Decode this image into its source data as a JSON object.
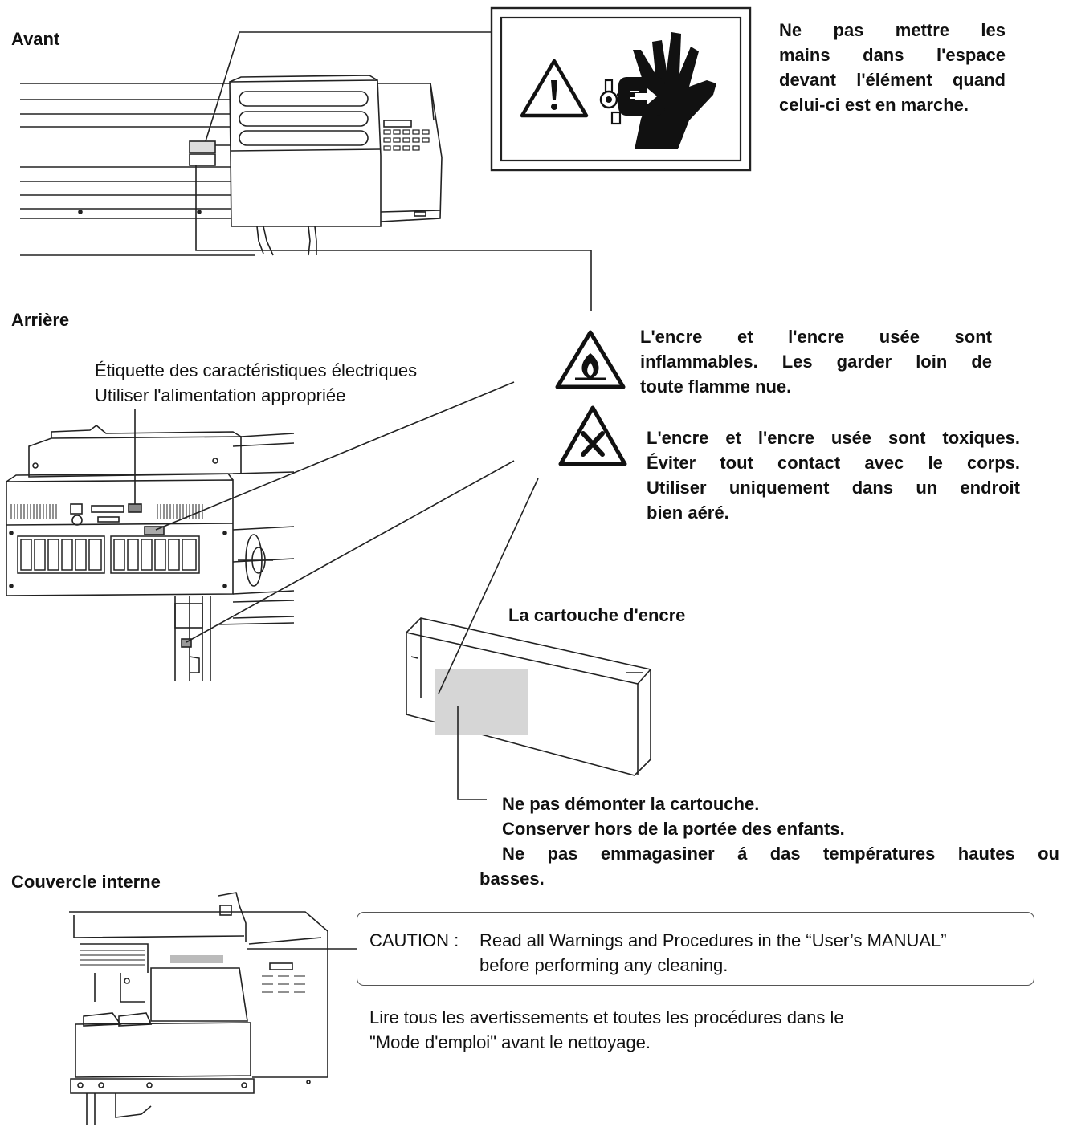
{
  "sections": {
    "front": "Avant",
    "rear": "Arrière",
    "inner_cover": "Couvercle interne"
  },
  "hand_warning": {
    "lines": [
      "Ne pas mettre les",
      "mains dans l'espace",
      "devant l'élément quand",
      "celui-ci est en marche."
    ]
  },
  "electrical_label": {
    "line1": "Étiquette des caractéristiques électriques",
    "line2": "Utiliser l'alimentation appropriée"
  },
  "flammable_warning": {
    "lines": [
      "L'encre et l'encre usée sont",
      "inflammables. Les garder loin de",
      "toute flamme nue."
    ]
  },
  "toxic_warning": {
    "lines": [
      "L'encre et l'encre usée sont toxiques.",
      "Éviter tout contact avec le corps.",
      "Utiliser uniquement dans un endroit",
      "bien aéré."
    ]
  },
  "cartridge": {
    "title": "La cartouche d'encre",
    "lines": [
      "Ne pas démonter la cartouche.",
      "Conserver hors de la portée des enfants.",
      "Ne pas emmagasiner á das températures hautes ou",
      "basses."
    ]
  },
  "caution": {
    "prefix": "CAUTION :",
    "line1": "Read all Warnings and Procedures in the “User’s MANUAL”",
    "line2": "before performing any cleaning."
  },
  "cleaning_note": {
    "line1": "Lire tous les avertissements et toutes les procédures dans le",
    "line2": "\"Mode d'emploi\" avant le nettoyage."
  },
  "icons": [
    "caution-triangle-icon",
    "hand-pinch-icon",
    "flammable-icon",
    "toxic-icon"
  ]
}
